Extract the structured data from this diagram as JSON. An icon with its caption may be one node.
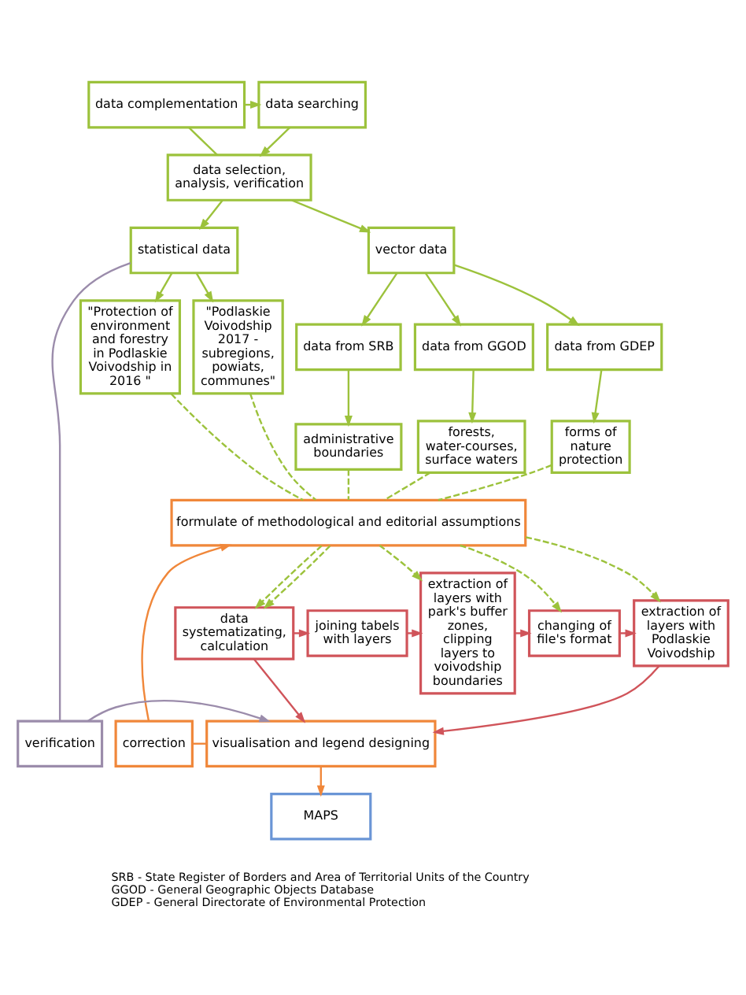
{
  "diagram": {
    "nodes": [
      {
        "text": [
          "data searching"
        ]
      },
      {
        "text": [
          "data complementation"
        ]
      },
      {
        "text": [
          "data selection, analysis, verification"
        ]
      },
      {
        "text": [
          "vector data"
        ]
      },
      {
        "text": [
          "statistical data"
        ]
      },
      {
        "text": [
          "data from SRB"
        ]
      },
      {
        "text": [
          "data from GGOD"
        ]
      },
      {
        "text": [
          "data from GDEP"
        ]
      },
      {
        "text": [
          "\"Protection of environment and forestry in Podlaskie Voivodship in 2016 \""
        ]
      },
      {
        "text": [
          "\"Podlaskie Voivodship 2017 - subregions, powiats, communes\""
        ]
      },
      {
        "text": [
          "administrative boundaries"
        ]
      },
      {
        "text": [
          "forests, water-courses, surface waters"
        ]
      },
      {
        "text": [
          "forms of nature protection"
        ]
      },
      {
        "text": [
          "formulate of methodological and editorial assumptions"
        ]
      },
      {
        "text": [
          "extraction of layers with Podlaskie Voivodship"
        ]
      },
      {
        "text": [
          "changing of file's format"
        ]
      },
      {
        "text": [
          "extraction of layers with park's buffer zones, clipping layers to voivodship boundaries"
        ]
      },
      {
        "text": [
          "joining tabels with layers"
        ]
      },
      {
        "text": [
          "data systematizating, calculation"
        ]
      },
      {
        "text": [
          "correction"
        ]
      },
      {
        "text": [
          "visualisation and legend designing"
        ]
      },
      {
        "text": [
          "verification"
        ]
      },
      {
        "text": [
          "MAPS"
        ]
      }
    ],
    "edges": [
      {
        "from": 0,
        "to": 2,
        "arrow": "to"
      },
      {
        "from": 2,
        "to": 1,
        "arrow": "none"
      },
      {
        "from": 1,
        "to": 0,
        "arrow": "to"
      },
      {
        "from": 2,
        "to": 3,
        "arrow": "to"
      },
      {
        "from": 2,
        "to": 4,
        "arrow": "to"
      },
      {
        "from": 3,
        "to": 5,
        "arrow": "to"
      },
      {
        "from": 3,
        "to": 6,
        "arrow": "to"
      },
      {
        "from": 3,
        "to": 7,
        "arrow": "to"
      },
      {
        "from": 4,
        "to": 8,
        "arrow": "to"
      },
      {
        "from": 4,
        "to": 9,
        "arrow": "to"
      },
      {
        "from": 4,
        "to": 21,
        "arrow": "none",
        "color": "#9b8cab"
      },
      {
        "from": 5,
        "to": 10,
        "arrow": "to"
      },
      {
        "from": 6,
        "to": 11,
        "arrow": "to"
      },
      {
        "from": 7,
        "to": 12,
        "arrow": "to"
      },
      {
        "from": 10,
        "to": 13,
        "arrow": "none",
        "style": "dashed"
      },
      {
        "from": 11,
        "to": 13,
        "arrow": "none",
        "style": "dashed"
      },
      {
        "from": 12,
        "to": 13,
        "arrow": "none",
        "style": "dashed"
      },
      {
        "from": 8,
        "to": 13,
        "arrow": "none",
        "style": "dashed"
      },
      {
        "from": 9,
        "to": 13,
        "arrow": "none",
        "style": "dashed"
      },
      {
        "from": 13,
        "to": 14,
        "arrow": "to",
        "style": "dashed"
      },
      {
        "from": 13,
        "to": 15,
        "arrow": "to",
        "style": "dashed"
      },
      {
        "from": 13,
        "to": 16,
        "arrow": "to",
        "style": "dashed"
      },
      {
        "from": 13,
        "to": 18,
        "arrow": "to",
        "style": "dashed"
      },
      {
        "from": 13,
        "to": 18,
        "arrow": "to",
        "style": "dashed"
      },
      {
        "from": 18,
        "to": 17,
        "arrow": "to",
        "color": "#d0545a"
      },
      {
        "from": 17,
        "to": 16,
        "arrow": "to",
        "color": "#d0545a"
      },
      {
        "from": 16,
        "to": 15,
        "arrow": "to",
        "color": "#d0545a"
      },
      {
        "from": 15,
        "to": 14,
        "arrow": "to",
        "color": "#d0545a"
      },
      {
        "from": 14,
        "to": 20,
        "arrow": "to",
        "color": "#d0545a"
      },
      {
        "from": 18,
        "to": 20,
        "arrow": "to",
        "color": "#d0545a"
      },
      {
        "from": 19,
        "to": 20,
        "arrow": "none",
        "color": "#f0873a"
      },
      {
        "from": 19,
        "to": 13,
        "arrow": "to",
        "color": "#f0873a"
      },
      {
        "from": 21,
        "to": 20,
        "arrow": "to",
        "color": "#9b8cab"
      },
      {
        "from": 20,
        "to": 22,
        "arrow": "to",
        "color": "#f0873a"
      }
    ],
    "labels": [
      "SRB - State Register of Borders and Area of Territorial Units of the Country",
      "GGOD - General Geographic Objects Database",
      "GDEP - General Directorate of Environmental Protection"
    ]
  }
}
